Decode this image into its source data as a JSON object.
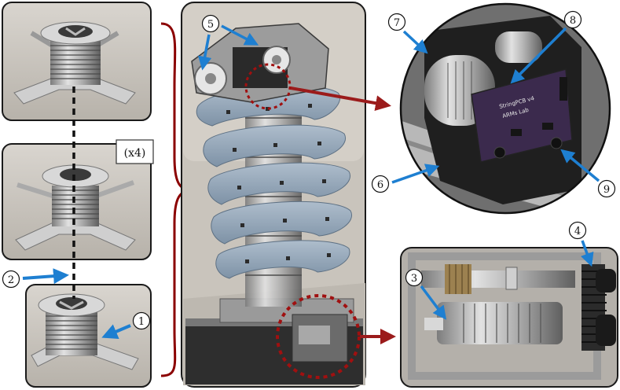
{
  "labels": {
    "n1": "1",
    "n2": "2",
    "n3": "3",
    "n4": "4",
    "n5": "5",
    "n6": "6",
    "n7": "7",
    "n8": "8",
    "n9": "9",
    "repeat": "(x4)"
  },
  "pcb_text": {
    "line1": "StringPCB v4",
    "line2": "ARMs Lab"
  },
  "colors": {
    "bracket": "#8b0000",
    "arrow_red": "#9b1b1b",
    "arrow_blue": "#1e7fd1",
    "dashed_circle": "#a01010",
    "frame": "#1a1a1a"
  }
}
